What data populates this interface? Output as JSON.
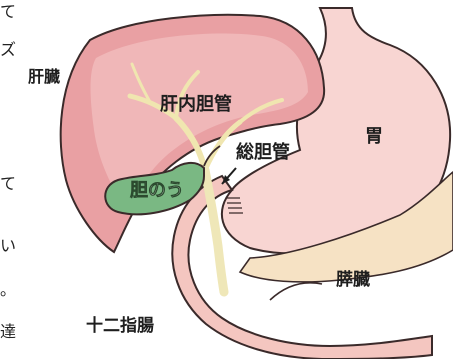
{
  "labels": {
    "liver": "肝臓",
    "intrahepatic_duct": "肝内胆管",
    "common_bile_duct": "総胆管",
    "gallbladder": "胆のう",
    "stomach": "胃",
    "pancreas": "膵臓",
    "duodenum": "十二指腸"
  },
  "left_margin_fragments": [
    "て",
    "ズ",
    "て",
    "い",
    "。",
    "達"
  ],
  "colors": {
    "liver_fill": "#e9a0a3",
    "liver_inner": "#f2c1c0",
    "liver_outline": "#3a2a2a",
    "duct_fill": "#f0e6b0",
    "gallbladder_fill": "#7ab883",
    "stomach_fill": "#f8d5d2",
    "pancreas_fill": "#f6e2c4",
    "duodenum_fill": "#f4c6c0",
    "text": "#1e1e1e"
  }
}
